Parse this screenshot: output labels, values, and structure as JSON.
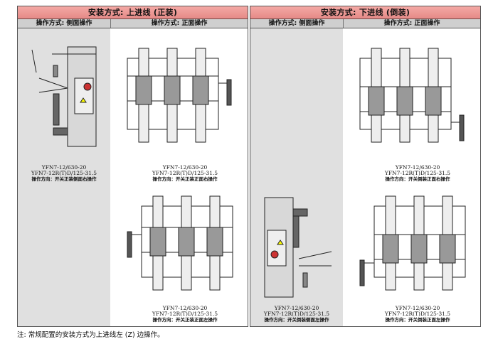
{
  "left_panel": {
    "title": "安装方式: 上进线 (正装)",
    "sub_left": "操作方式: 侧面操作",
    "sub_right": "操作方式: 正面操作",
    "figs": [
      {
        "model1": "YFN7-12/630-20",
        "model2": "YFN7-12R(T)D/125-31.5",
        "direction": "操作方向：开关正装侧面右操作"
      },
      {
        "model1": "YFN7-12/630-20",
        "model2": "YFN7-12R(T)D/125-31.5",
        "direction": "操作方向：开关正装正面右操作"
      },
      {
        "model1": "YFN7-12/630-20",
        "model2": "YFN7-12R(T)D/125-31.5",
        "direction": "操作方向：开关正装正面左操作"
      }
    ]
  },
  "right_panel": {
    "title": "安装方式: 下进线 (倒装)",
    "sub_left": "操作方式: 侧面操作",
    "sub_right": "操作方式: 正面操作",
    "figs": [
      {
        "model1": "YFN7-12/630-20",
        "model2": "YFN7-12R(T)D/125-31.5",
        "direction": "操作方向：开关倒装正面右操作"
      },
      {
        "model1": "YFN7-12/630-20",
        "model2": "YFN7-12R(T)D/125-31.5",
        "direction": "操作方向：开关倒装侧面左操作"
      },
      {
        "model1": "YFN7-12/630-20",
        "model2": "YFN7-12R(T)D/125-31.5",
        "direction": "操作方向：开关倒装正面左操作"
      }
    ]
  },
  "note": "注: 常规配置的安装方式为上进线左 (Z) 边操作。"
}
